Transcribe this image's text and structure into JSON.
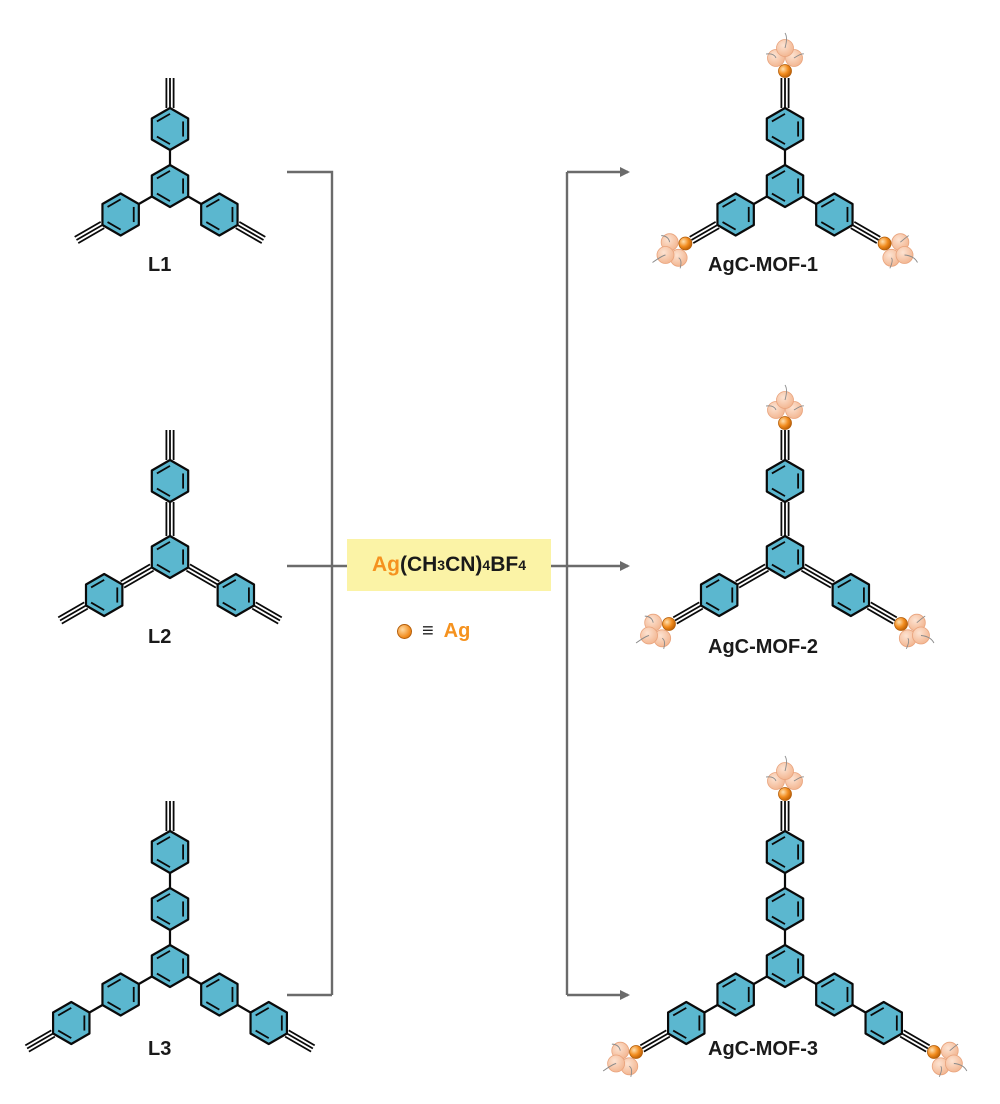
{
  "ligands": [
    {
      "id": "L1",
      "label": "L1",
      "spacer": "phenyl"
    },
    {
      "id": "L2",
      "label": "L2",
      "spacer": "ethynyl"
    },
    {
      "id": "L3",
      "label": "L3",
      "spacer": "biphenyl"
    }
  ],
  "products": [
    {
      "id": "AgC-MOF-1",
      "label": "AgC-MOF-1"
    },
    {
      "id": "AgC-MOF-2",
      "label": "AgC-MOF-2"
    },
    {
      "id": "AgC-MOF-3",
      "label": "AgC-MOF-3"
    }
  ],
  "reagent": {
    "metal": "Ag",
    "ligand_part": "(CH",
    "sub1": "3",
    "mid": "CN)",
    "sub2": "4",
    "counter": "BF",
    "sub3": "4"
  },
  "legend": {
    "symbol": "≡",
    "metal": "Ag"
  },
  "colors": {
    "ring_fill": "#5bb7cf",
    "bond": "#0a0a0a",
    "silver": "#f28c1e",
    "silver_cluster": "#f7c4a4",
    "arrow": "#6b6b6b",
    "reagent_highlight": "#fbf3a6"
  }
}
